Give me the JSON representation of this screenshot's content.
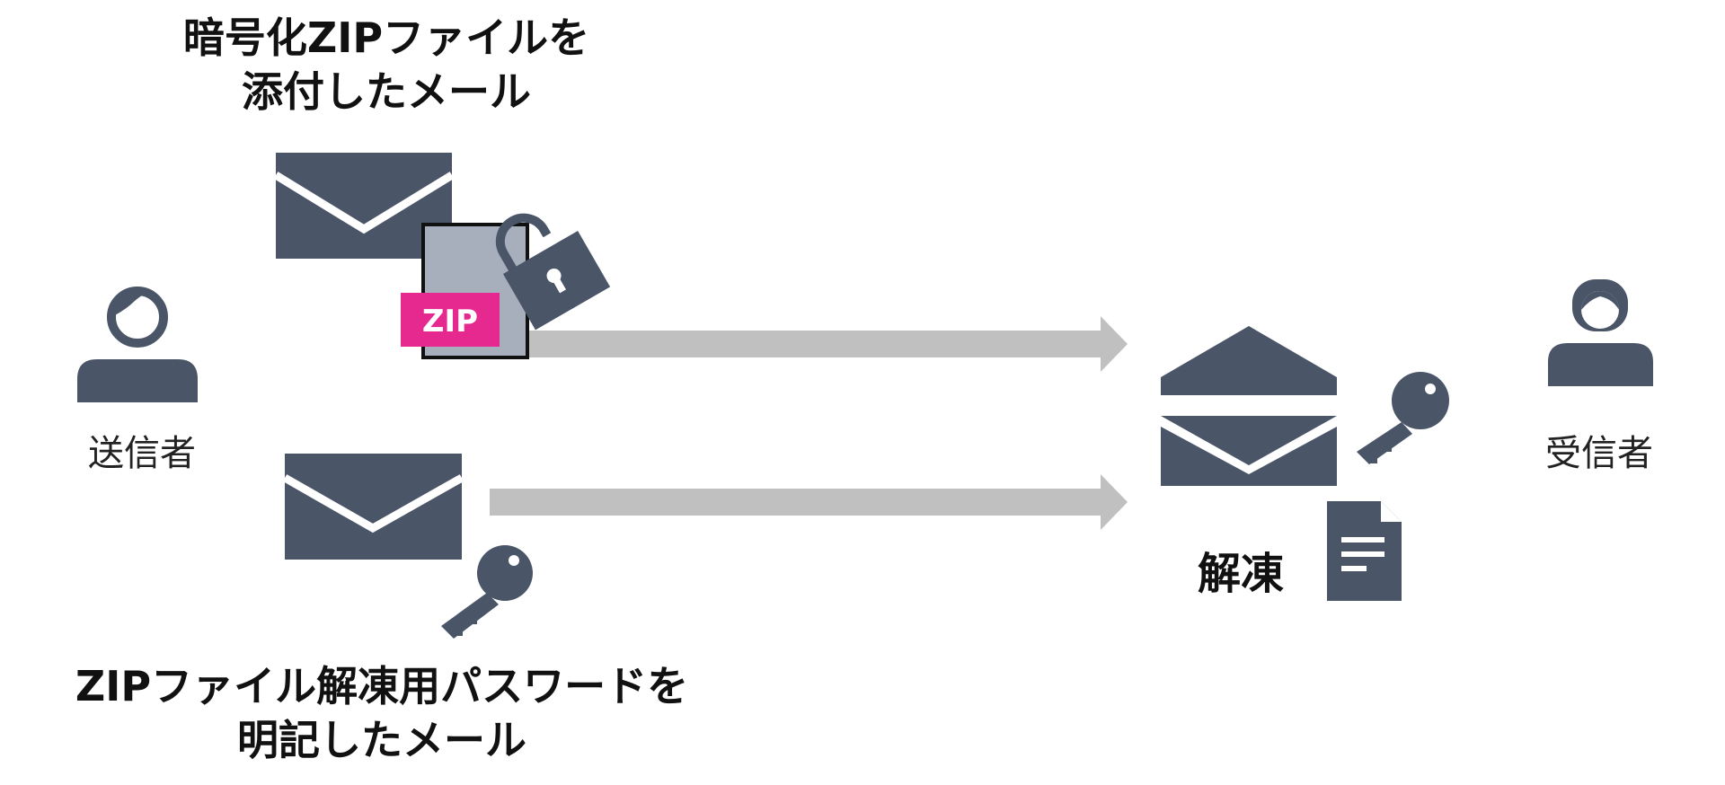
{
  "sender": {
    "label": "送信者"
  },
  "receiver": {
    "label": "受信者"
  },
  "mail1": {
    "title_line1": "暗号化ZIPファイルを",
    "title_line2": "添付したメール",
    "badge": "ZIP"
  },
  "mail2": {
    "title_line1": "ZIPファイル解凍用パスワードを",
    "title_line2": "明記したメール"
  },
  "decrypt": {
    "label": "解凍"
  },
  "colors": {
    "icon": "#4a5568",
    "arrow": "#c0c0c0",
    "zip_badge": "#e6298e",
    "zip_file": "#a7afbd"
  }
}
